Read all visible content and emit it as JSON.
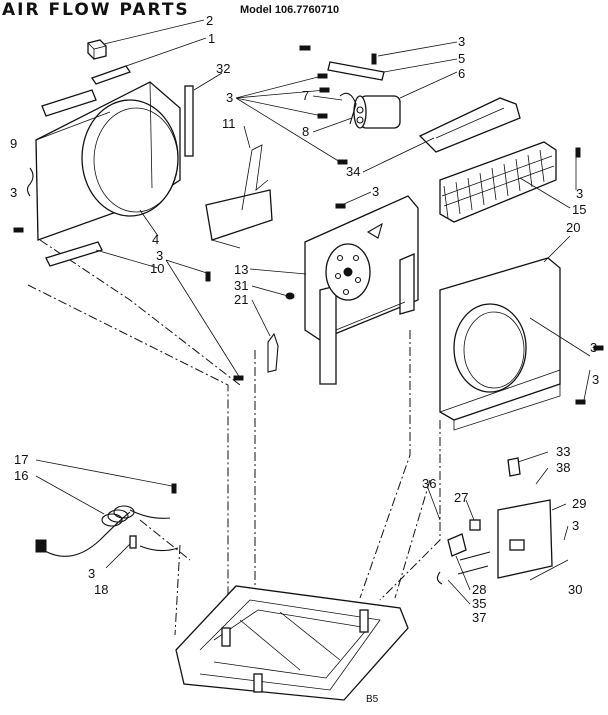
{
  "title": "AIR FLOW PARTS",
  "model": "Model 106.7760710",
  "ref_code": "B5",
  "callouts": [
    "2",
    "1",
    "32",
    "3",
    "5",
    "6",
    "7",
    "3",
    "8",
    "34",
    "9",
    "3",
    "11",
    "3",
    "3",
    "15",
    "4",
    "3",
    "10",
    "20",
    "13",
    "31",
    "21",
    "3",
    "3",
    "17",
    "16",
    "36",
    "27",
    "33",
    "38",
    "29",
    "3",
    "3",
    "18",
    "28",
    "35",
    "37",
    "30"
  ]
}
